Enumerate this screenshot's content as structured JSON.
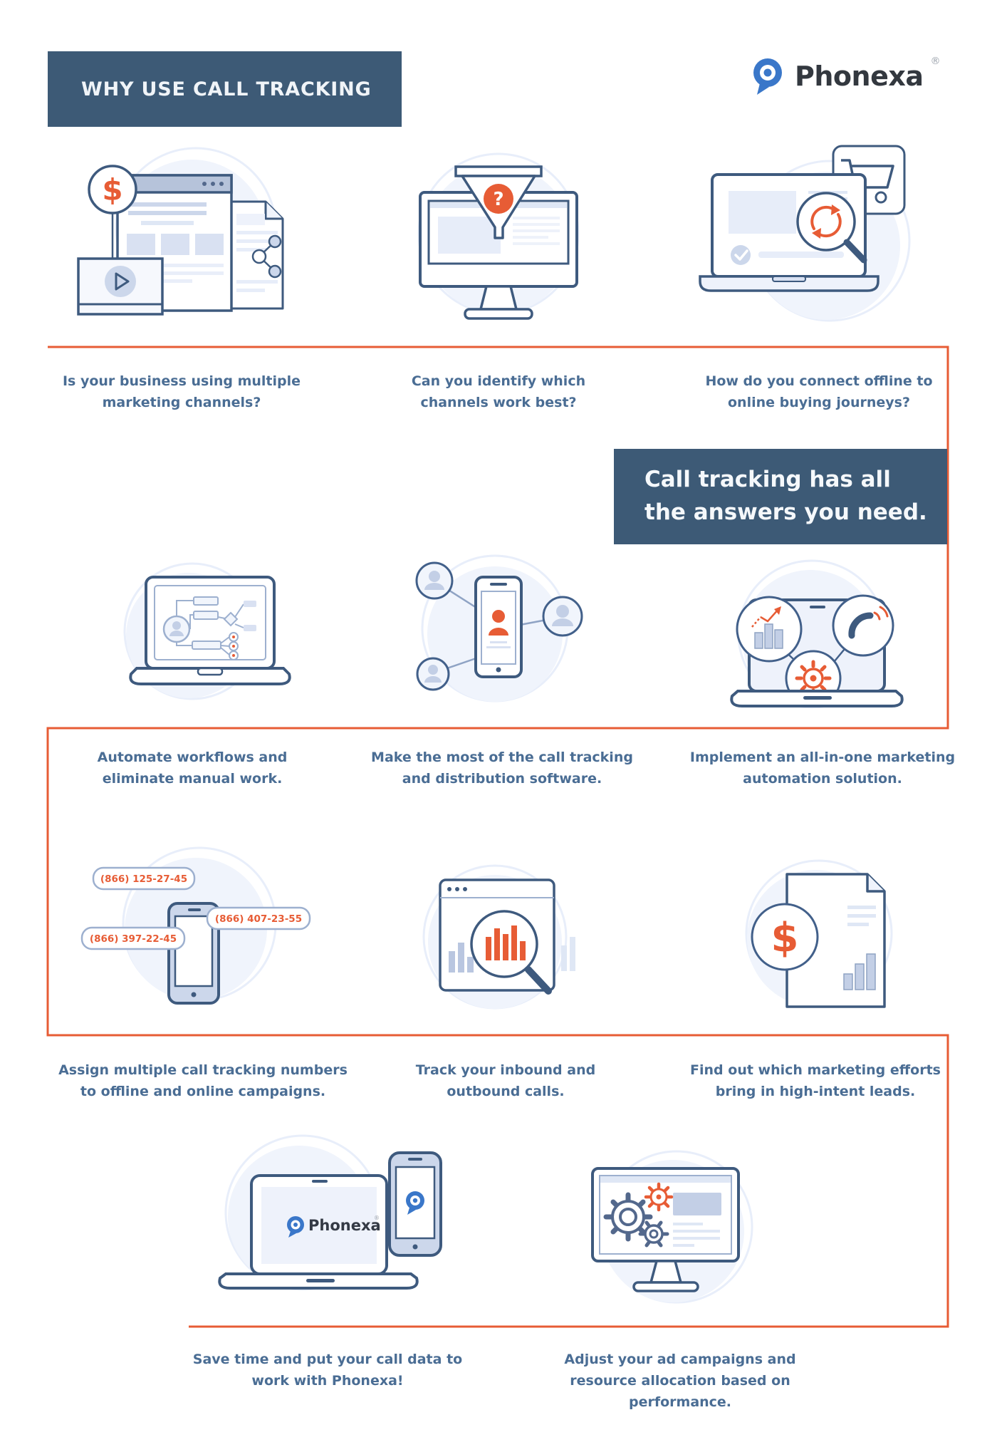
{
  "colors": {
    "banner_blue": "#3d5a76",
    "accent_orange": "#e75c35",
    "caption_blue": "#4a6d94",
    "brand_blue": "#3a77c9"
  },
  "header": {
    "title": "WHY USE CALL TRACKING",
    "brand": "Phonexa",
    "registered": "®"
  },
  "banner": {
    "message": "Call tracking has all\nthe answers you need."
  },
  "rows": [
    {
      "items": [
        {
          "caption": "Is your business using multiple\nmarketing channels?"
        },
        {
          "caption": "Can you identify which\nchannels work best?"
        },
        {
          "caption": "How do you connect offline to\nonline buying journeys?"
        }
      ]
    },
    {
      "items": [
        {
          "caption": "Automate workflows and\neliminate manual work."
        },
        {
          "caption": "Make the most of the call tracking\nand distribution software."
        },
        {
          "caption": "Implement an all-in-one marketing\nautomation solution."
        }
      ]
    },
    {
      "items": [
        {
          "caption": "Assign multiple call tracking numbers\nto offline and online campaigns."
        },
        {
          "caption": "Track your inbound and\noutbound calls."
        },
        {
          "caption": "Find out which marketing efforts\nbring in high-intent leads."
        }
      ]
    },
    {
      "items": [
        {
          "caption": "Save time and put your call data to\nwork with Phonexa!"
        },
        {
          "caption": "Adjust your ad campaigns and\nresource allocation based on\nperformance."
        }
      ]
    }
  ],
  "illustrations": {
    "dollar_symbol": "$",
    "question_mark": "?",
    "phone_numbers": [
      "(866) 125-27-45",
      "(866) 407-23-55",
      "(866) 397-22-45"
    ],
    "screen_brand": "Phonexa",
    "screen_brand_registered": "®"
  }
}
